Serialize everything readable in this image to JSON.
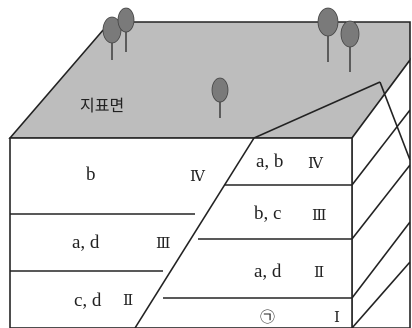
{
  "surface_label": "지표면",
  "left_block": {
    "layers": [
      {
        "fossils": "b",
        "numeral": "Ⅳ"
      },
      {
        "fossils": "a, d",
        "numeral": "Ⅲ"
      },
      {
        "fossils": "c, d",
        "numeral": "Ⅱ"
      }
    ]
  },
  "right_block": {
    "layers": [
      {
        "fossils": "a, b",
        "numeral": "Ⅳ"
      },
      {
        "fossils": "b, c",
        "numeral": "Ⅲ"
      },
      {
        "fossils": "a, d",
        "numeral": "Ⅱ"
      },
      {
        "fossils": "㉠",
        "numeral": "Ⅰ"
      }
    ]
  },
  "colors": {
    "surface": "#bdbdbd",
    "line": "#222222"
  }
}
